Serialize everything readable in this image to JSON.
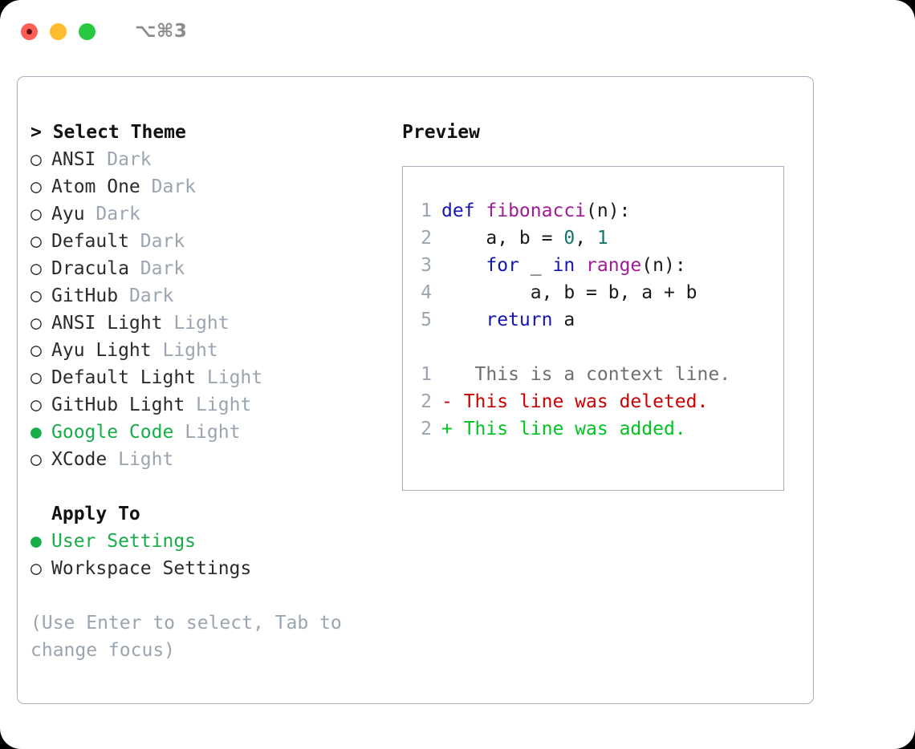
{
  "window": {
    "shortcut_title": "⌥⌘3",
    "traffic_lights": [
      "close",
      "minimize",
      "maximize"
    ],
    "accent_green": "#17ad49",
    "muted_gray": "#9aa5b1",
    "border_color": "#a7b0bd"
  },
  "theme_picker": {
    "header": "> Select Theme",
    "options": [
      {
        "bullet": "○",
        "name": "ANSI",
        "kind": "Dark",
        "selected": false
      },
      {
        "bullet": "○",
        "name": "Atom One",
        "kind": "Dark",
        "selected": false
      },
      {
        "bullet": "○",
        "name": "Ayu",
        "kind": "Dark",
        "selected": false
      },
      {
        "bullet": "○",
        "name": "Default",
        "kind": "Dark",
        "selected": false
      },
      {
        "bullet": "○",
        "name": "Dracula",
        "kind": "Dark",
        "selected": false
      },
      {
        "bullet": "○",
        "name": "GitHub",
        "kind": "Dark",
        "selected": false
      },
      {
        "bullet": "○",
        "name": "ANSI Light",
        "kind": "Light",
        "selected": false
      },
      {
        "bullet": "○",
        "name": "Ayu Light",
        "kind": "Light",
        "selected": false
      },
      {
        "bullet": "○",
        "name": "Default Light",
        "kind": "Light",
        "selected": false
      },
      {
        "bullet": "○",
        "name": "GitHub Light",
        "kind": "Light",
        "selected": false
      },
      {
        "bullet": "●",
        "name": "Google Code",
        "kind": "Light",
        "selected": true
      },
      {
        "bullet": "○",
        "name": "XCode",
        "kind": "Light",
        "selected": false
      }
    ]
  },
  "apply_to": {
    "header": "Apply To",
    "options": [
      {
        "bullet": "●",
        "name": "User Settings",
        "selected": true
      },
      {
        "bullet": "○",
        "name": "Workspace Settings",
        "selected": false
      }
    ]
  },
  "hint": "(Use Enter to select, Tab to change focus)",
  "preview": {
    "title": "Preview",
    "code_lines": [
      {
        "number": "1",
        "tokens": [
          {
            "t": "def ",
            "c": "kw"
          },
          {
            "t": "fibonacci",
            "c": "fn"
          },
          {
            "t": "(n):",
            "c": "plain"
          }
        ]
      },
      {
        "number": "2",
        "tokens": [
          {
            "t": "    a, b = ",
            "c": "plain"
          },
          {
            "t": "0",
            "c": "num"
          },
          {
            "t": ", ",
            "c": "plain"
          },
          {
            "t": "1",
            "c": "num"
          }
        ]
      },
      {
        "number": "3",
        "tokens": [
          {
            "t": "    ",
            "c": "plain"
          },
          {
            "t": "for",
            "c": "kw"
          },
          {
            "t": " _ ",
            "c": "plain"
          },
          {
            "t": "in",
            "c": "kw"
          },
          {
            "t": " ",
            "c": "plain"
          },
          {
            "t": "range",
            "c": "fn"
          },
          {
            "t": "(n):",
            "c": "plain"
          }
        ]
      },
      {
        "number": "4",
        "tokens": [
          {
            "t": "        a, b = b, a + b",
            "c": "plain"
          }
        ]
      },
      {
        "number": "5",
        "tokens": [
          {
            "t": "    ",
            "c": "plain"
          },
          {
            "t": "return",
            "c": "kw"
          },
          {
            "t": " a",
            "c": "plain"
          }
        ]
      }
    ],
    "diff_lines": [
      {
        "number": "1",
        "marker": " ",
        "text": "  This is a context line.",
        "kind": "ctx"
      },
      {
        "number": "2",
        "marker": "-",
        "text": " This line was deleted.",
        "kind": "del"
      },
      {
        "number": "2",
        "marker": "+",
        "text": " This line was added.",
        "kind": "add"
      }
    ]
  }
}
